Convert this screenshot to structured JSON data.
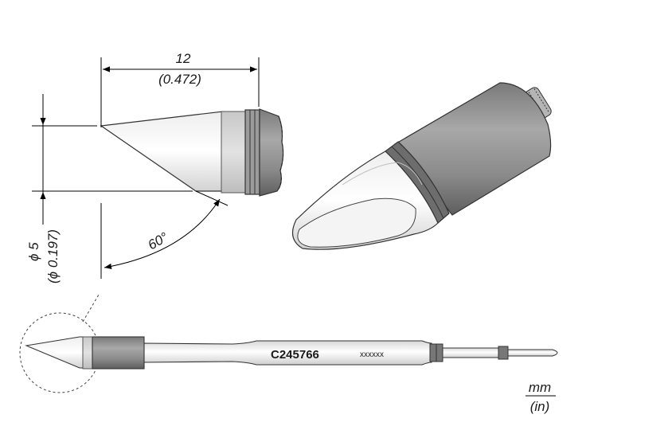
{
  "dimensions": {
    "length_mm": "12",
    "length_in": "(0.472)",
    "diameter_mm": "ϕ 5",
    "diameter_in": "(ϕ 0.197)",
    "angle": "60°"
  },
  "part": {
    "code": "C245766",
    "serial": "xxxxxx"
  },
  "units": {
    "primary": "mm",
    "secondary": "(in)"
  }
}
